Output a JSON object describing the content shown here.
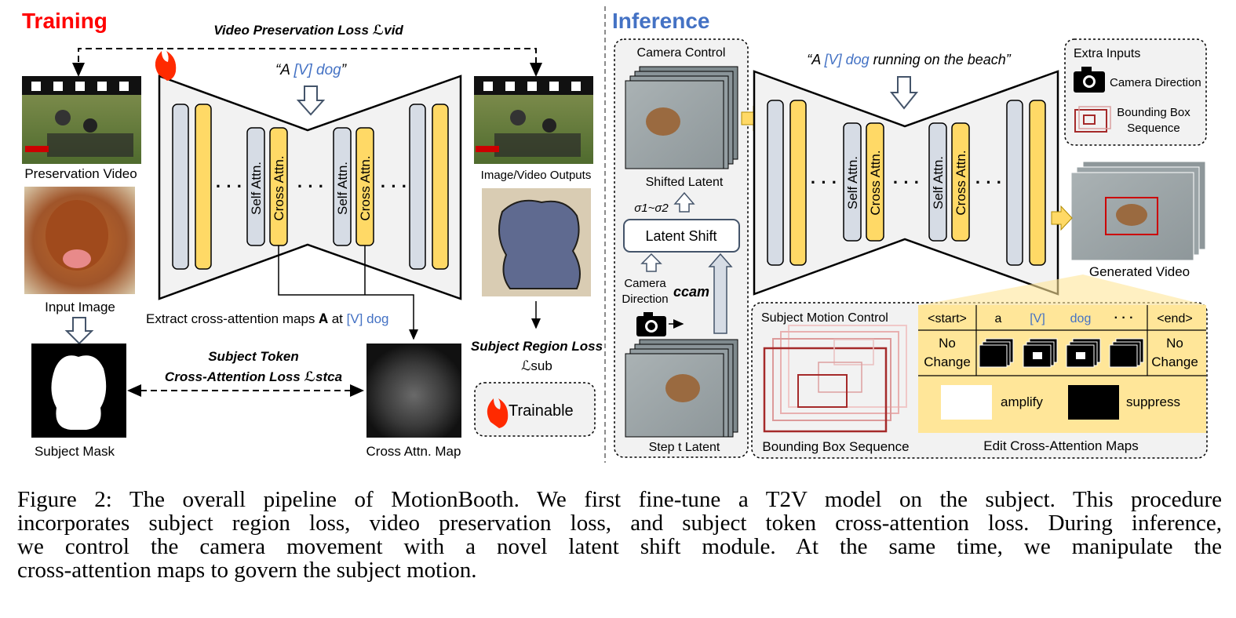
{
  "training": {
    "title": "Training",
    "video_loss": "Video Preservation Loss ℒvid",
    "prompt_open": "“A ",
    "prompt_token": "[V] dog",
    "prompt_close": "”",
    "self_attn": "Self Attn.",
    "cross_attn": "Cross Attn.",
    "ellipsis": "· · ·",
    "preservation_video": "Preservation Video",
    "input_image": "Input Image",
    "subject_mask": "Subject Mask",
    "image_video_outputs": "Image/Video Outputs",
    "extract_text": "Extract cross-attention maps 𝐀 at ",
    "extract_token": "[V] dog",
    "stca_line1": "Subject Token",
    "stca_line2": "Cross-Attention Loss ℒstca",
    "cross_attn_map": "Cross Attn. Map",
    "subject_region_loss": "Subject Region Loss",
    "sub_symbol": "ℒsub",
    "trainable": "Trainable"
  },
  "inference": {
    "title": "Inference",
    "camera_control": "Camera Control",
    "shifted_latent": "Shifted Latent",
    "sigma": "σ1~σ2",
    "latent_shift": "Latent Shift",
    "camera_direction": "Camera Direction",
    "c_cam": "ccam",
    "step_latent": "Step t Latent",
    "prompt_open": "“A ",
    "prompt_token": "[V] dog",
    "prompt_rest": " running on the beach”",
    "extra_inputs": "Extra Inputs",
    "extra_camera": "Camera Direction",
    "extra_bbox_1": "Bounding Box",
    "extra_bbox_2": "Sequence",
    "generated_video": "Generated Video",
    "subject_motion_control": "Subject Motion Control",
    "bounding_box_sequence": "Bounding Box Sequence",
    "tokens": [
      "<start>",
      "a",
      "[V]",
      "dog",
      "· · ·",
      "<end>"
    ],
    "no_change": "No Change",
    "amplify": "amplify",
    "suppress": "suppress",
    "edit_maps": "Edit Cross-Attention Maps"
  },
  "caption": {
    "line1": "Figure 2: The overall pipeline of MotionBooth. We first fine-tune a T2V model on the subject. This procedure",
    "line2": "incorporates subject region loss, video preservation loss, and subject token cross-attention loss. During inference,",
    "line3": "we control the camera movement with a novel latent shift module.  At the same time, we manipulate the",
    "line4": "cross-attention maps to govern the subject motion."
  },
  "colors": {
    "training_title": "#ff0000",
    "inference_title": "#4472c4",
    "token_blue": "#4472c4",
    "gray_block": "#d6dce5",
    "yellow_block": "#ffd966",
    "panel_yellow": "#ffe699",
    "bbox_red": "#a52a2a"
  }
}
